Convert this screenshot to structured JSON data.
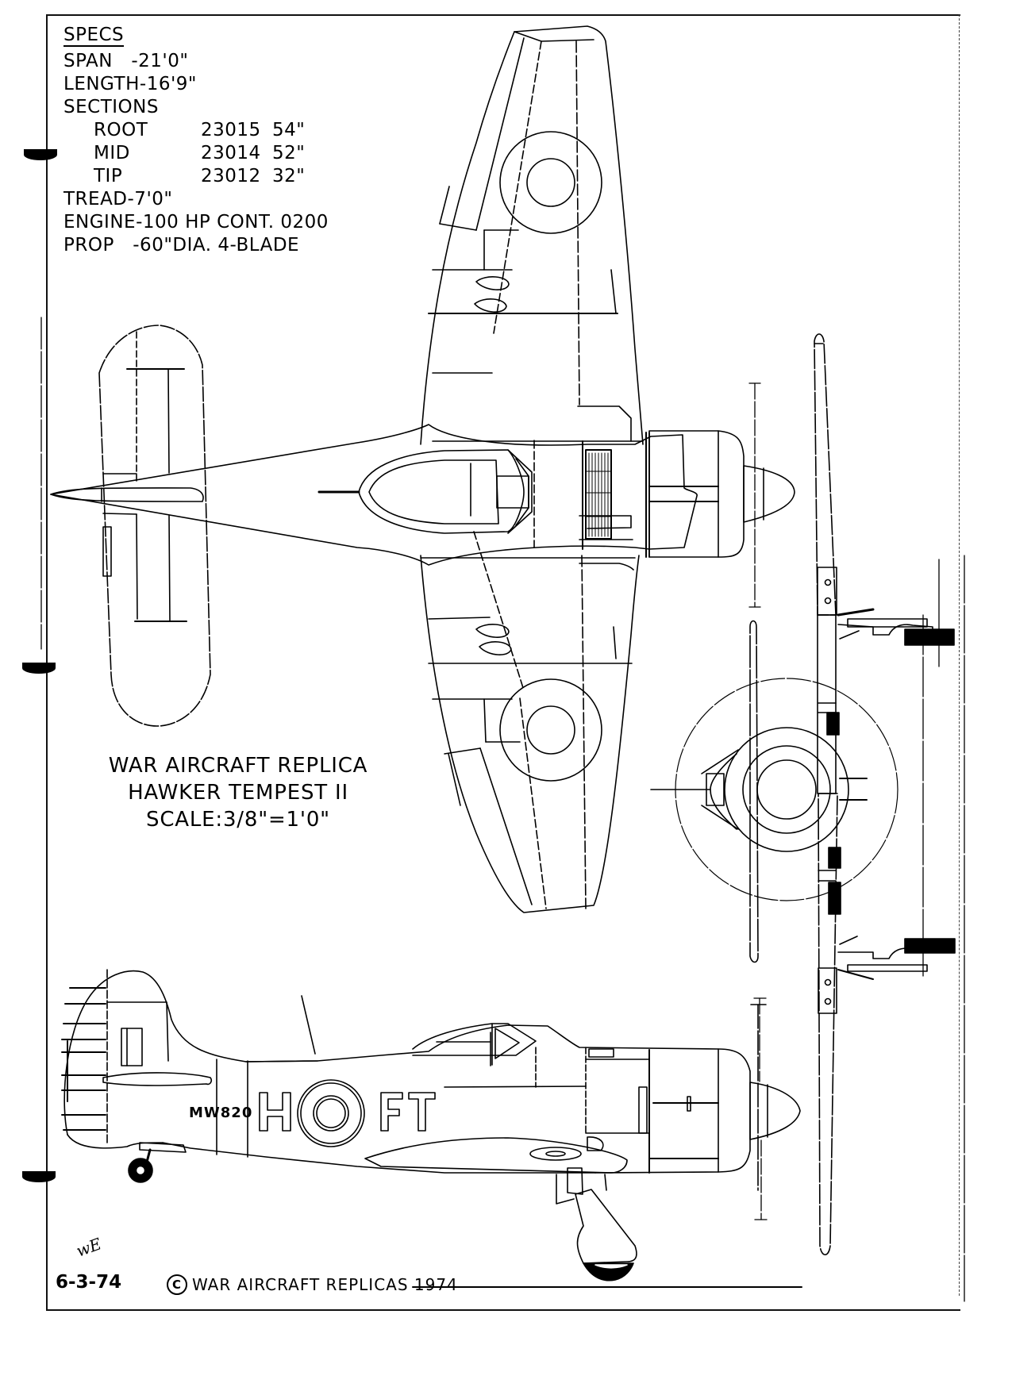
{
  "specs": {
    "heading": "SPECS",
    "span": "SPAN   -21'0\"",
    "length": "LENGTH-16'9\"",
    "sections_label": "SECTIONS",
    "sections": [
      {
        "name": "ROOT",
        "airfoil": "23015",
        "chord": "54\""
      },
      {
        "name": "MID",
        "airfoil": "23014",
        "chord": "52\""
      },
      {
        "name": "TIP",
        "airfoil": "23012",
        "chord": "32\""
      }
    ],
    "tread": "TREAD-7'0\"",
    "engine": "ENGINE-100 HP CONT. 0200",
    "prop": "PROP   -60\"DIA. 4-BLADE"
  },
  "title_block": {
    "line1": "WAR AIRCRAFT REPLICA",
    "line2": "HAWKER TEMPEST II",
    "line3": "SCALE:3/8\"=1'0\""
  },
  "markings": {
    "serial": "MW820",
    "code_left": "H",
    "code_right": "FT"
  },
  "footer": {
    "initials": "wE",
    "date": "6-3-74",
    "copyright_symbol": "C",
    "copyright_text": "WAR AIRCRAFT REPLICAS 1974"
  },
  "views": {
    "top": "top-plan-view",
    "side": "side-elevation-view",
    "front": "front-elevation-view"
  },
  "colors": {
    "ink": "#000000",
    "paper": "#ffffff"
  }
}
